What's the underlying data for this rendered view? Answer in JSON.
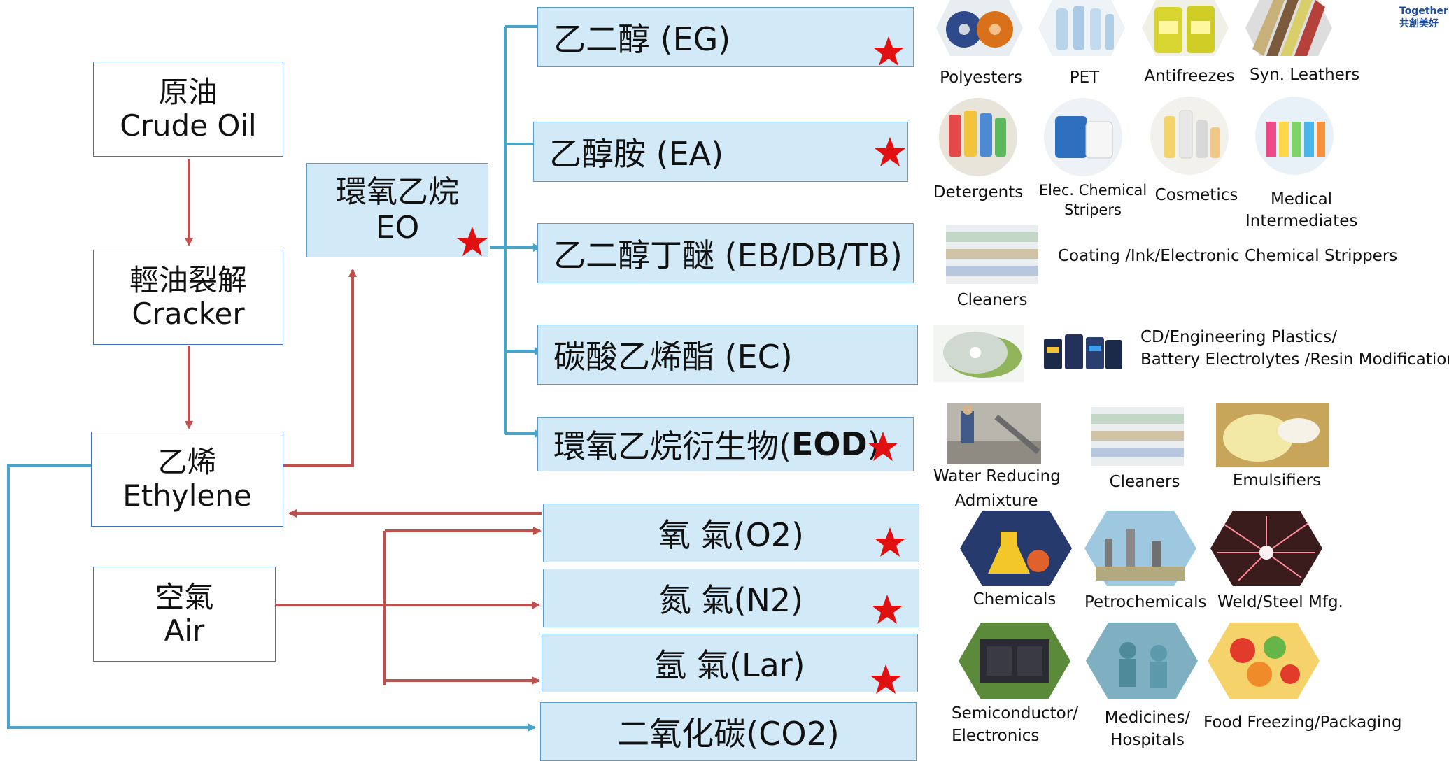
{
  "logo": {
    "line1": "Together F",
    "line2": "共創美好"
  },
  "left_boxes": [
    {
      "zh": "原油",
      "en": "Crude Oil"
    },
    {
      "zh": "輕油裂解",
      "en": "Cracker"
    },
    {
      "zh": "乙烯",
      "en": "Ethylene"
    },
    {
      "zh": "空氣",
      "en": "Air"
    }
  ],
  "eo_box": {
    "zh": "環氧乙烷",
    "en": "EO"
  },
  "products": [
    {
      "label": "乙二醇 (EG)"
    },
    {
      "label": "乙醇胺 (EA)"
    },
    {
      "label": "乙二醇丁醚 (EB/DB/TB)"
    },
    {
      "label": "碳酸乙烯酯 (EC)"
    },
    {
      "label_zh": "環氧乙烷衍生物(",
      "label_bold": "EOD",
      "label_end": ")"
    },
    {
      "label": "氧 氣(O2)"
    },
    {
      "label": "氮 氣(N2)"
    },
    {
      "label": "氬 氣(Lar)"
    },
    {
      "label": "二氧化碳(CO2)"
    }
  ],
  "applications": {
    "eg": [
      "Polyesters",
      "PET",
      "Antifreezes",
      "Syn. Leathers"
    ],
    "ea": [
      "Detergents",
      "Elec. Chemical\nStripers",
      "Cosmetics",
      "Medical\nIntermediates"
    ],
    "eb": {
      "caption": "Cleaners",
      "note": "Coating /Ink/Electronic Chemical Strippers"
    },
    "ec": {
      "note_line1": "CD/Engineering Plastics/",
      "note_line2": "Battery Electrolytes /Resin Modification"
    },
    "eod": [
      "Water Reducing\nAdmixture",
      "Cleaners",
      "Emulsifiers"
    ],
    "o2": [
      "Chemicals",
      "Petrochemicals",
      "Weld/Steel Mfg."
    ],
    "lar": [
      "Semiconductor/\nElectronics",
      "Medicines/\nHospitals",
      "Food Freezing/Packaging"
    ]
  },
  "colors": {
    "arrow_red": "#c0504d",
    "arrow_blue": "#4aa3c8",
    "box_border": "#4472c4",
    "product_fill": "#d2e9f8",
    "star": "#e01010"
  },
  "icons": [
    "star-icon",
    "polyester-spools-image",
    "pet-bottles-image",
    "antifreeze-image",
    "leather-image",
    "detergents-image",
    "chemical-containers-image",
    "cosmetics-image",
    "medical-vials-image",
    "cleaners-shelf-image",
    "cd-discs-image",
    "batteries-image",
    "concrete-image",
    "emulsifier-image",
    "chemicals-flask-image",
    "refinery-image",
    "welding-sparks-image",
    "chip-image",
    "hospital-image",
    "food-image"
  ]
}
